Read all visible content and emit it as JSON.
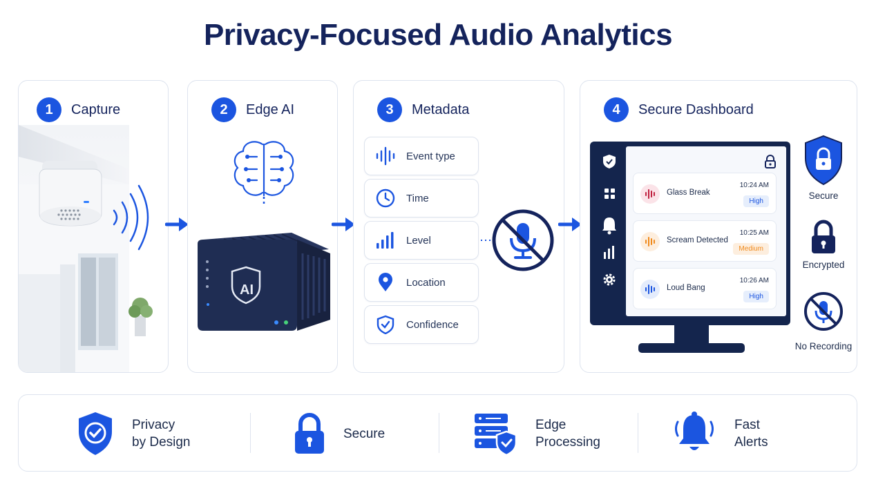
{
  "title": "Privacy-Focused Audio Analytics",
  "steps": [
    {
      "num": "1",
      "label": "Capture"
    },
    {
      "num": "2",
      "label": "Edge AI"
    },
    {
      "num": "3",
      "label": "Metadata"
    },
    {
      "num": "4",
      "label": "Secure Dashboard"
    }
  ],
  "edge_device": {
    "badge": "AI"
  },
  "metadata": [
    {
      "label": "Event type",
      "icon": "waveform-icon"
    },
    {
      "label": "Time",
      "icon": "clock-icon"
    },
    {
      "label": "Level",
      "icon": "level-bars-icon"
    },
    {
      "label": "Location",
      "icon": "location-pin-icon"
    },
    {
      "label": "Confidence",
      "icon": "shield-check-icon"
    }
  ],
  "dashboard": {
    "events": [
      {
        "name": "Glass Break",
        "time": "10:24 AM",
        "severity": "High",
        "accent": "#c0203f"
      },
      {
        "name": "Scream Detected",
        "time": "10:25 AM",
        "severity": "Medium",
        "accent": "#f08a1c"
      },
      {
        "name": "Loud Bang",
        "time": "10:26 AM",
        "severity": "High",
        "accent": "#1b55e0"
      }
    ]
  },
  "side_features": [
    {
      "label": "Secure"
    },
    {
      "label": "Encrypted"
    },
    {
      "label": "No Recording"
    }
  ],
  "bottom_features": [
    {
      "line1": "Privacy",
      "line2": "by Design"
    },
    {
      "line1": "Secure",
      "line2": ""
    },
    {
      "line1": "Edge",
      "line2": "Processing"
    },
    {
      "line1": "Fast",
      "line2": "Alerts"
    }
  ],
  "colors": {
    "primary": "#1b55e0",
    "navy": "#14235c",
    "high": "#1b55e0",
    "medium": "#f08a1c"
  }
}
